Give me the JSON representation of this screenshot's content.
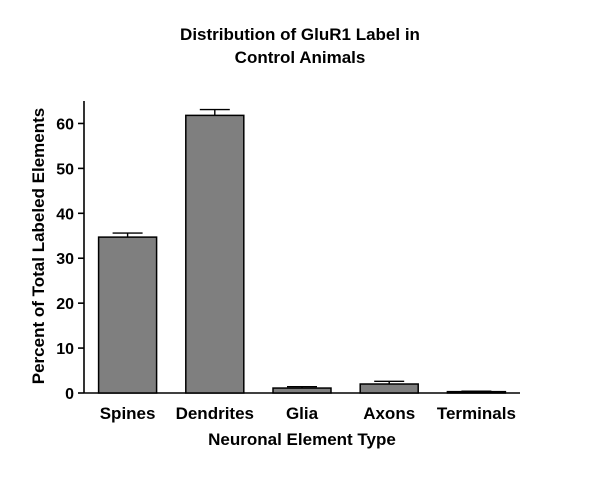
{
  "chart_data": {
    "type": "bar",
    "title_lines": [
      "Distribution of GluR1 Label in",
      "Control Animals"
    ],
    "xlabel": "Neuronal Element Type",
    "ylabel": "Percent of Total Labeled Elements",
    "categories": [
      "Spines",
      "Dendrites",
      "Glia",
      "Axons",
      "Terminals"
    ],
    "values": [
      34.7,
      61.8,
      1.1,
      2.0,
      0.3
    ],
    "error_upper": [
      0.9,
      1.3,
      0.3,
      0.6,
      0.1
    ],
    "ylim": [
      0,
      65
    ],
    "yticks": [
      "0",
      "10",
      "20",
      "30",
      "40",
      "50",
      "60"
    ],
    "grid": false,
    "bar_color": "#7f7f7f",
    "error_bars": true
  }
}
